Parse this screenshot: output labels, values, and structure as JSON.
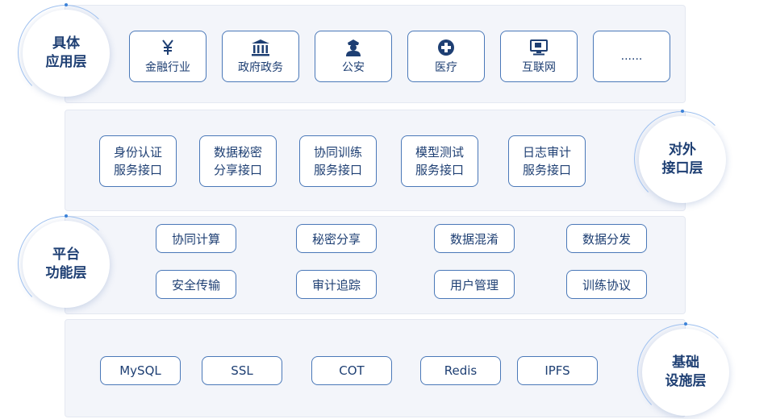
{
  "layers": {
    "application": {
      "label": "具体\n应用层",
      "items": [
        {
          "label": "金融行业",
          "icon": "yen-icon"
        },
        {
          "label": "政府政务",
          "icon": "government-building-icon"
        },
        {
          "label": "公安",
          "icon": "police-officer-icon"
        },
        {
          "label": "医疗",
          "icon": "medical-cross-icon"
        },
        {
          "label": "互联网",
          "icon": "computer-monitor-icon"
        },
        {
          "label": "......",
          "icon": ""
        }
      ]
    },
    "interface": {
      "label": "对外\n接口层",
      "items": [
        "身份认证\n服务接口",
        "数据秘密\n分享接口",
        "协同训练\n服务接口",
        "模型测试\n服务接口",
        "日志审计\n服务接口"
      ]
    },
    "platform": {
      "label": "平台\n功能层",
      "row1": [
        "协同计算",
        "秘密分享",
        "数据混淆",
        "数据分发"
      ],
      "row2": [
        "安全传输",
        "审计追踪",
        "用户管理",
        "训练协议"
      ]
    },
    "infrastructure": {
      "label": "基础\n设施层",
      "items": [
        "MySQL",
        "SSL",
        "COT",
        "Redis",
        "IPFS"
      ]
    }
  },
  "colors": {
    "accent": "#3b82d8",
    "border": "#4a78b8",
    "text": "#1e3f73",
    "layer_bg": "#f3f5fa"
  }
}
